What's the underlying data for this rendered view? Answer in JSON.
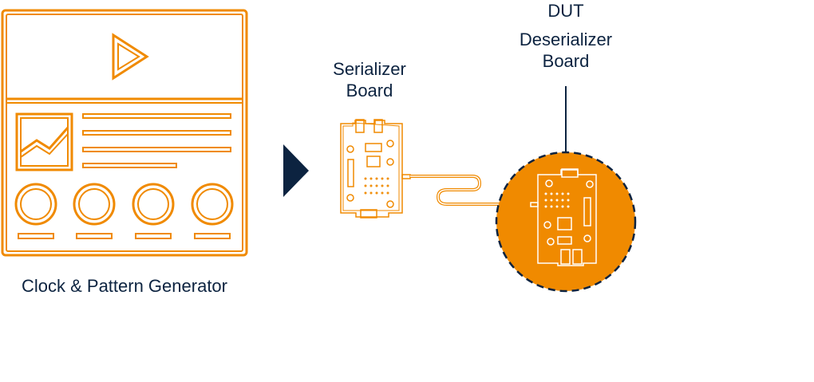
{
  "labels": {
    "generator": "Clock & Pattern Generator",
    "serializer_line1": "Serializer",
    "serializer_line2": "Board",
    "dut": "DUT",
    "deserializer_line1": "Deserializer",
    "deserializer_line2": "Board"
  },
  "icons": {
    "generator": "instrument-front-panel-icon",
    "arrow": "arrow-right-icon",
    "serializer": "circuit-board-icon",
    "deserializer": "circuit-board-icon"
  },
  "colors": {
    "accent": "#f08a00",
    "text": "#0c2340",
    "arrow": "#0c2340",
    "background": "#ffffff"
  }
}
